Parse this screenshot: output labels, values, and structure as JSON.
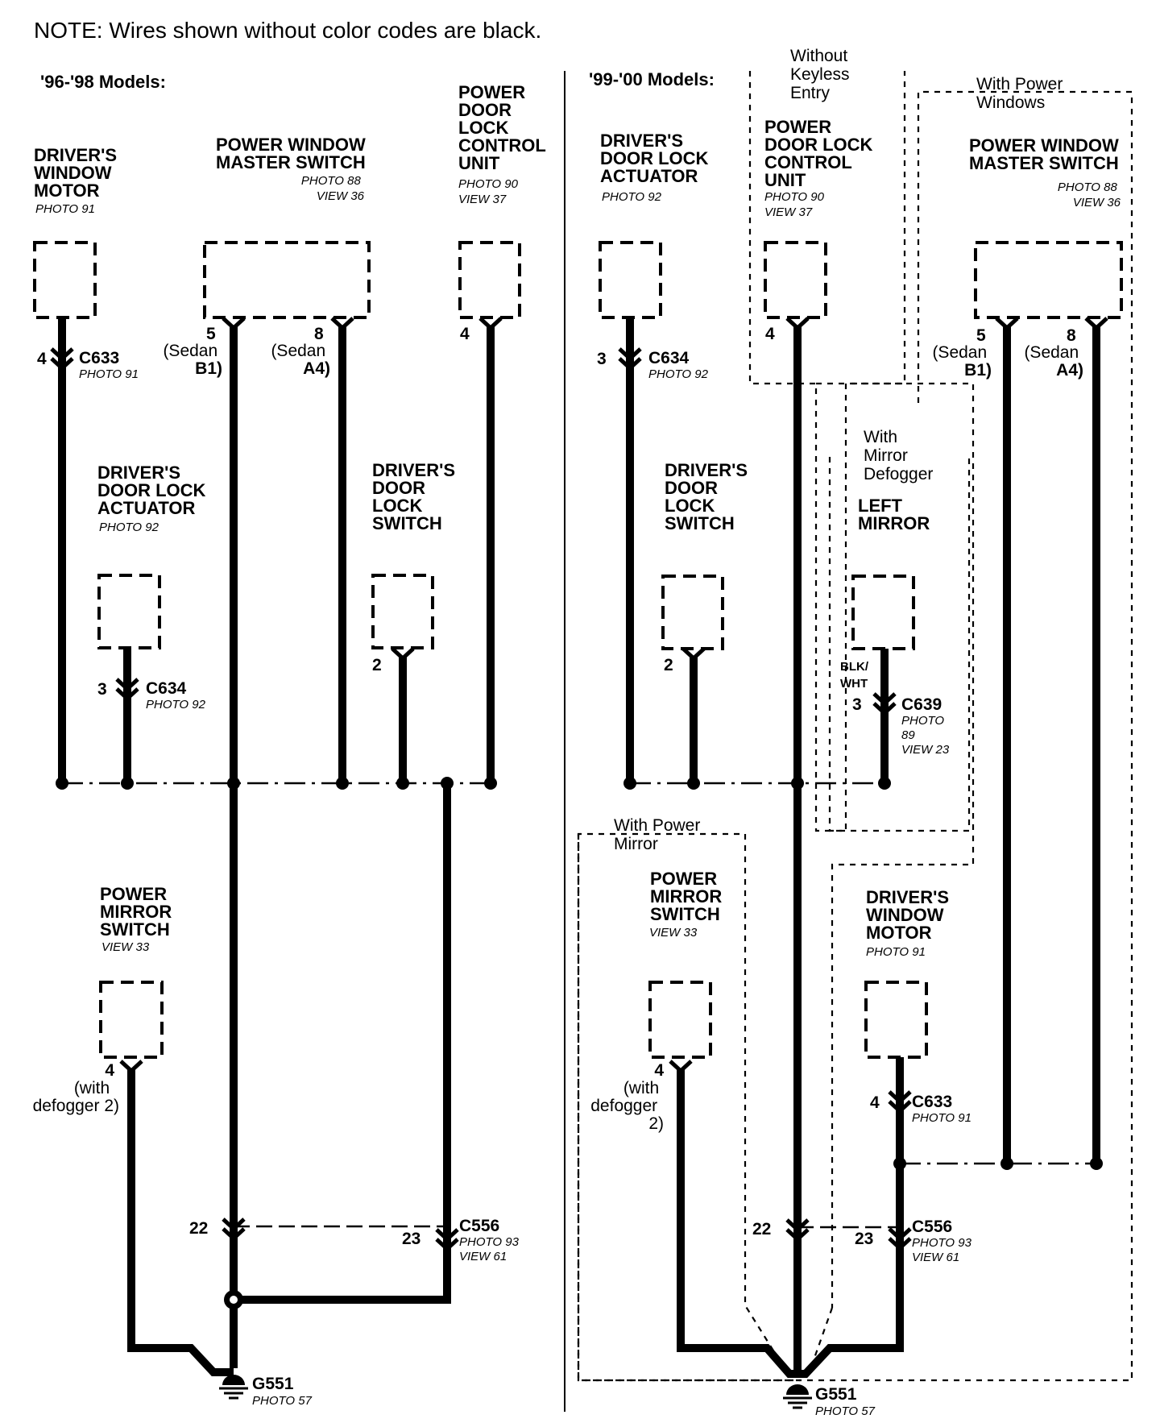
{
  "note": "NOTE: Wires shown without color codes are black.",
  "left": {
    "header": "'96-'98 Models:",
    "window_motor": {
      "name": [
        "DRIVER'S",
        "WINDOW",
        "MOTOR"
      ],
      "ref": [
        "PHOTO 91"
      ],
      "pin": "4",
      "connector": "C633",
      "connector_ref": [
        "PHOTO 91"
      ]
    },
    "master_switch": {
      "name": [
        "POWER WINDOW",
        "MASTER SWITCH"
      ],
      "ref": [
        "PHOTO 88",
        "VIEW 36"
      ],
      "pin_a": "5",
      "pin_a_note": [
        "(Sedan",
        "B1)"
      ],
      "pin_b": "8",
      "pin_b_note": [
        "(Sedan",
        "A4)"
      ]
    },
    "control_unit": {
      "name": [
        "POWER",
        "DOOR",
        "LOCK",
        "CONTROL",
        "UNIT"
      ],
      "ref": [
        "PHOTO 90",
        "VIEW 37"
      ],
      "pin": "4"
    },
    "lock_actuator": {
      "name": [
        "DRIVER'S",
        "DOOR LOCK",
        "ACTUATOR"
      ],
      "ref": [
        "PHOTO 92"
      ],
      "pin": "3",
      "connector": "C634",
      "connector_ref": [
        "PHOTO 92"
      ]
    },
    "lock_switch": {
      "name": [
        "DRIVER'S",
        "DOOR",
        "LOCK",
        "SWITCH"
      ],
      "pin": "2"
    },
    "mirror_switch": {
      "name": [
        "POWER",
        "MIRROR",
        "SWITCH"
      ],
      "ref": [
        "VIEW 33"
      ],
      "pin": "4",
      "pin_note": [
        "(with",
        "defogger 2)"
      ]
    },
    "c556": {
      "connector": "C556",
      "ref": [
        "PHOTO 93",
        "VIEW 61"
      ],
      "pin_a": "22",
      "pin_b": "23"
    },
    "ground": {
      "name": "G551",
      "ref": "PHOTO 57"
    }
  },
  "right": {
    "header": "'99-'00 Models:",
    "keyless_note": [
      "Without",
      "Keyless",
      "Entry"
    ],
    "windows_note": [
      "With Power",
      "Windows"
    ],
    "defogger_note": [
      "With",
      "Mirror",
      "Defogger"
    ],
    "mirror_note": [
      "With Power",
      "Mirror"
    ],
    "lock_actuator": {
      "name": [
        "DRIVER'S",
        "DOOR LOCK",
        "ACTUATOR"
      ],
      "ref": [
        "PHOTO 92"
      ],
      "pin": "3",
      "connector": "C634",
      "connector_ref": [
        "PHOTO 92"
      ]
    },
    "control_unit": {
      "name": [
        "POWER",
        "DOOR LOCK",
        "CONTROL",
        "UNIT"
      ],
      "ref": [
        "PHOTO 90",
        "VIEW 37"
      ],
      "pin": "4"
    },
    "master_switch": {
      "name": [
        "POWER WINDOW",
        "MASTER SWITCH"
      ],
      "ref": [
        "PHOTO 88",
        "VIEW 36"
      ],
      "pin_a": "5",
      "pin_a_note": [
        "(Sedan",
        "B1)"
      ],
      "pin_b": "8",
      "pin_b_note": [
        "(Sedan",
        "A4)"
      ]
    },
    "lock_switch": {
      "name": [
        "DRIVER'S",
        "DOOR",
        "LOCK",
        "SWITCH"
      ],
      "pin": "2"
    },
    "left_mirror": {
      "name": [
        "LEFT",
        "MIRROR"
      ],
      "wire_color": [
        "BLK/",
        "WHT"
      ],
      "pin": "3",
      "connector": "C639",
      "connector_ref": [
        "PHOTO",
        "89",
        "VIEW 23"
      ]
    },
    "mirror_switch": {
      "name": [
        "POWER",
        "MIRROR",
        "SWITCH"
      ],
      "ref": [
        "VIEW 33"
      ],
      "pin": "4",
      "pin_note": [
        "(with",
        "defogger",
        "2)"
      ]
    },
    "window_motor": {
      "name": [
        "DRIVER'S",
        "WINDOW",
        "MOTOR"
      ],
      "ref": [
        "PHOTO 91"
      ],
      "pin": "4",
      "connector": "C633",
      "connector_ref": [
        "PHOTO 91"
      ]
    },
    "c556": {
      "connector": "C556",
      "ref": [
        "PHOTO 93",
        "VIEW 61"
      ],
      "pin_a": "22",
      "pin_b": "23"
    },
    "ground": {
      "name": "G551",
      "ref": "PHOTO 57"
    }
  }
}
